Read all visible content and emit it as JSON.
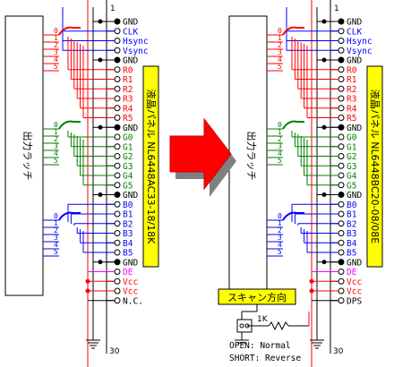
{
  "colors": {
    "red": "#ff0000",
    "green": "#008000",
    "blue": "#0000ff",
    "magenta": "#ff00ff",
    "black": "#000000",
    "yellow": "#ffff00"
  },
  "panels": [
    {
      "latch_label": "出力ラッチ",
      "panel_label": "液晶パネル NL6448AC33-18/18K",
      "pin_first": "1",
      "pin_last": "30",
      "pins": [
        "GND",
        "CLK",
        "Hsync",
        "Vsync",
        "GND",
        "R0",
        "R1",
        "R2",
        "R3",
        "R4",
        "R5",
        "GND",
        "G0",
        "G1",
        "G2",
        "G3",
        "G4",
        "G5",
        "GND",
        "B0",
        "B1",
        "B2",
        "B3",
        "B4",
        "B5",
        "GND",
        "DE",
        "Vcc",
        "Vcc",
        "N.C."
      ]
    },
    {
      "latch_label": "出力ラッチ",
      "panel_label": "液晶パネル NL6448BC20-08/08E",
      "pin_first": "1",
      "pin_last": "30",
      "pins": [
        "GND",
        "CLK",
        "Hsync",
        "Vsync",
        "GND",
        "R0",
        "R1",
        "R2",
        "R3",
        "R4",
        "R5",
        "GND",
        "G0",
        "G1",
        "G2",
        "G3",
        "G4",
        "G5",
        "GND",
        "B0",
        "B1",
        "B2",
        "B3",
        "B4",
        "B5",
        "GND",
        "DE",
        "Vcc",
        "Vcc",
        "DPS"
      ]
    }
  ],
  "bit_labels": [
    "0",
    "1",
    "2",
    "3",
    "4",
    "5"
  ],
  "scan": {
    "title": "スキャン方向",
    "resistor": "1K",
    "open_text": "OPEN: Normal",
    "short_text": "SHORT: Reverse"
  }
}
